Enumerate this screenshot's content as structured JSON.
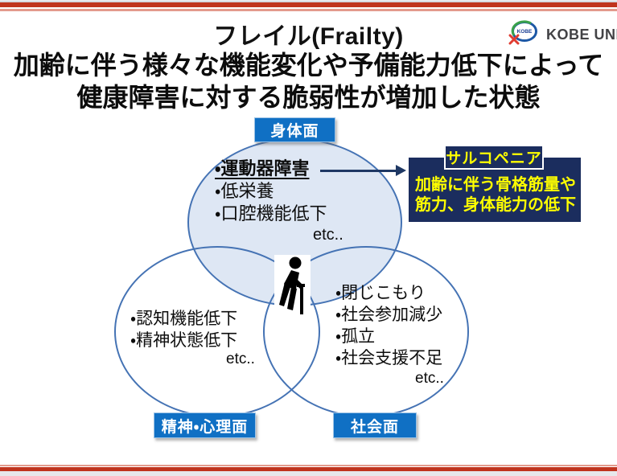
{
  "slide": {
    "title": "フレイル(Frailty)",
    "subtitle_line1": "加齢に伴う様々な機能変化や予備能力低下によって",
    "subtitle_line2": "健康障害に対する脆弱性が増加した状態"
  },
  "logo": {
    "text": "KOBE UNIVERSITY",
    "emblem_text": "KOBE"
  },
  "venn": {
    "physical": {
      "label": "身体面",
      "items": [
        "・運動器障害",
        "・低栄養",
        "・口腔機能低下"
      ],
      "etc": "etc.."
    },
    "mental": {
      "label": "精神・心理面",
      "items": [
        "・認知機能低下",
        "・精神状態低下"
      ],
      "etc": "etc.."
    },
    "social": {
      "label": "社会面",
      "items": [
        "・閉じこもり",
        "・社会参加減少",
        "・孤立",
        "・社会支援不足"
      ],
      "etc": "etc.."
    }
  },
  "sarcopenia": {
    "label": "サルコペニア",
    "description_line1": "加齢に伴う骨格筋量や",
    "description_line2": "筋力、身体能力の低下"
  },
  "colors": {
    "accent_blue": "#1070c4",
    "circle_border": "#4573b4",
    "circle_fill": "#dee7f4",
    "navy_box": "#1b2d5e",
    "highlight_yellow": "#ffff00",
    "border_red_dark": "#c0341d",
    "border_red_light": "#e39a8c",
    "arrow_navy": "#1f3864"
  }
}
